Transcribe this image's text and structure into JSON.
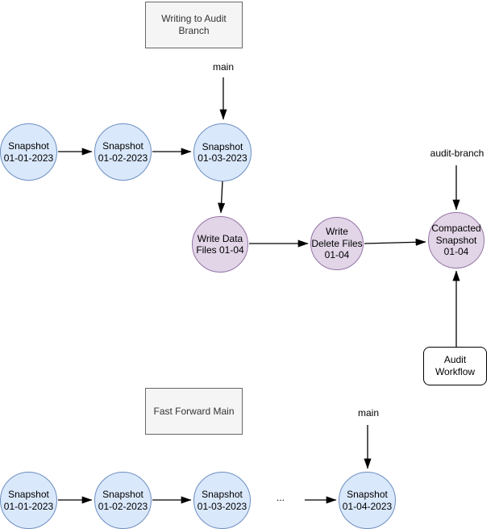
{
  "sections": {
    "writing_to_audit": {
      "title": "Writing to Audit\nBranch",
      "main_label": "main",
      "audit_branch_label": "audit-branch",
      "snapshots": [
        {
          "label": "Snapshot\n01-01-2023"
        },
        {
          "label": "Snapshot\n01-02-2023"
        },
        {
          "label": "Snapshot\n01-03-2023"
        }
      ],
      "audit_steps": [
        {
          "label": "Write Data\nFiles 01-04"
        },
        {
          "label": "Write\nDelete Files\n01-04"
        },
        {
          "label": "Compacted\nSnapshot\n01-04"
        }
      ],
      "workflow_label": "Audit\nWorkflow"
    },
    "fast_forward": {
      "title": "Fast Forward Main",
      "main_label": "main",
      "ellipsis": "...",
      "snapshots": [
        {
          "label": "Snapshot\n01-01-2023"
        },
        {
          "label": "Snapshot\n01-02-2023"
        },
        {
          "label": "Snapshot\n01-03-2023"
        },
        {
          "label": "Snapshot\n01-04-2023"
        }
      ]
    }
  },
  "colors": {
    "snapshot_fill": "#dae8fc",
    "snapshot_stroke": "#6c8ebf",
    "audit_fill": "#e1d5e7",
    "audit_stroke": "#9673a6",
    "titlebox_fill": "#f5f5f5",
    "titlebox_stroke": "#666666",
    "workflow_fill": "#ffffff",
    "workflow_stroke": "#000000",
    "edge": "#000000"
  }
}
